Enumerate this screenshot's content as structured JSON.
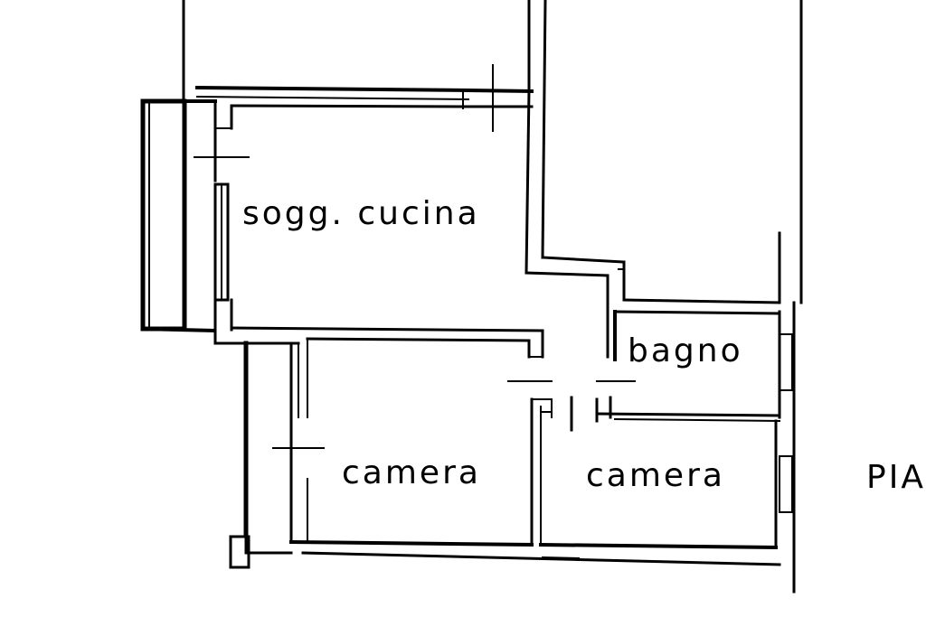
{
  "plan": {
    "line_color": "#000000",
    "background": "#ffffff",
    "rooms": {
      "kitchen": "sogg. cucina",
      "bathroom": "bagno",
      "bedroom_left": "camera",
      "bedroom_right": "camera"
    },
    "edge_label": "PIA"
  }
}
